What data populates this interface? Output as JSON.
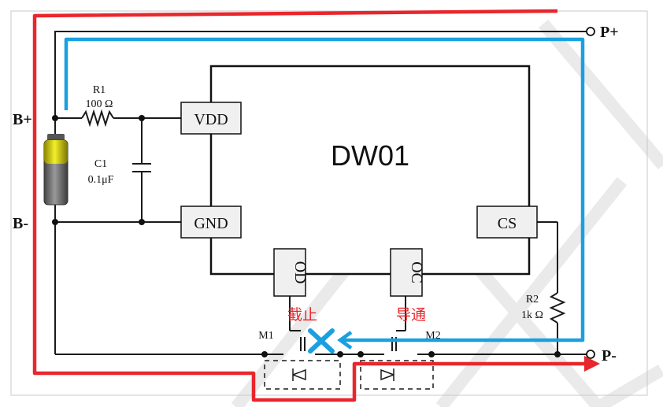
{
  "chip": {
    "name": "DW01"
  },
  "pins": {
    "vdd": "VDD",
    "gnd": "GND",
    "cs": "CS",
    "od": "OD",
    "oc": "OC"
  },
  "terminals": {
    "b_plus": "B+",
    "b_minus": "B-",
    "p_plus": "P+",
    "p_minus": "P-"
  },
  "components": {
    "r1": {
      "name": "R1",
      "value": "100 Ω"
    },
    "c1": {
      "name": "C1",
      "value": "0.1μF"
    },
    "r2": {
      "name": "R2",
      "value": "1k Ω"
    },
    "m1": {
      "name": "M1"
    },
    "m2": {
      "name": "M2"
    }
  },
  "annotations": {
    "m1_state": "截止",
    "m2_state": "导通"
  },
  "colors": {
    "red_path": "#e8262d",
    "blue_path": "#1aa0e0",
    "wire": "#1a1a1a",
    "pin_box_fill": "#f0f0f0",
    "battery_top": "#e6e000",
    "battery_body": "#777777"
  }
}
